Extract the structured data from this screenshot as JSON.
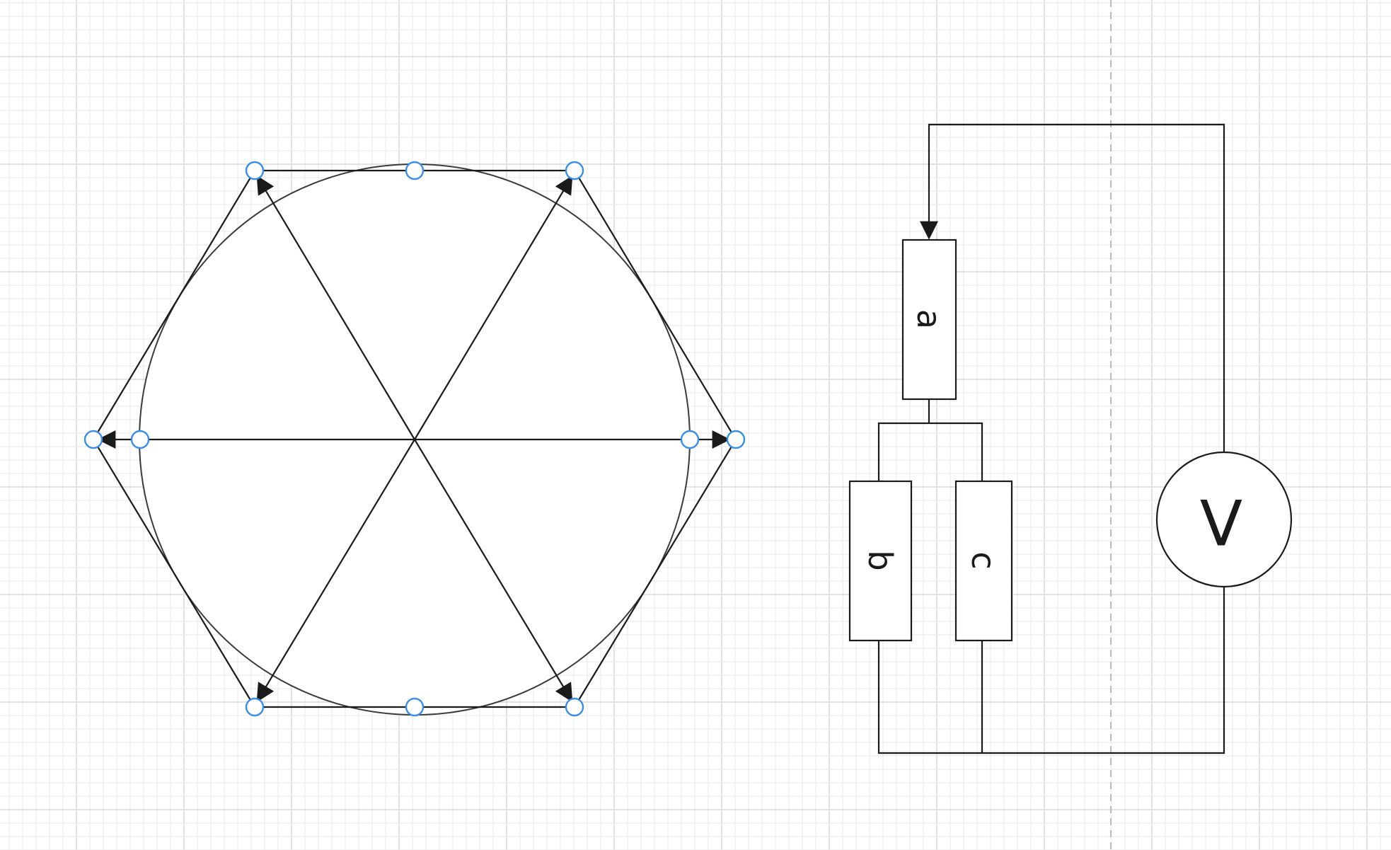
{
  "diagram": {
    "circuit": {
      "resistors": [
        {
          "label": "a"
        },
        {
          "label": "b"
        },
        {
          "label": "c"
        }
      ],
      "meter": {
        "label": "V"
      }
    }
  },
  "colors": {
    "grid_minor": "#ececec",
    "grid_major": "#dadada",
    "page_break": "#bdbdbd",
    "stroke": "#1a1a1a",
    "selection_handle": "#3a8ee6"
  },
  "icons": [
    "arrowhead-icon",
    "selection-handle-icon"
  ]
}
